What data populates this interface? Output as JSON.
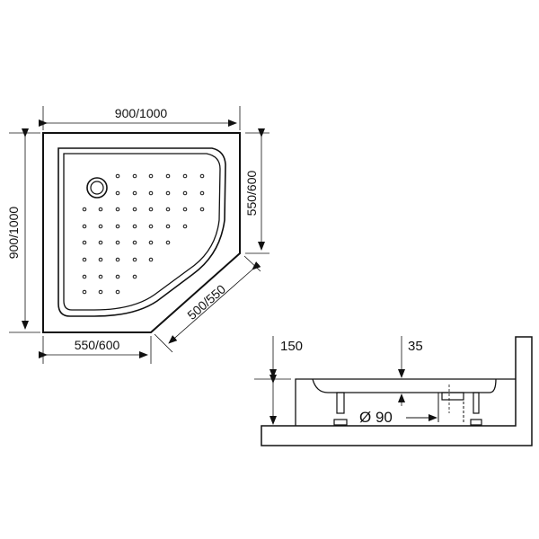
{
  "top_view": {
    "dim_top": "900/1000",
    "dim_left": "900/1000",
    "dim_right": "550/600",
    "dim_bottom": "550/600",
    "dim_diagonal": "500/550"
  },
  "side_view": {
    "dim_height": "150",
    "dim_depth": "35",
    "dim_drain": "Ø 90"
  },
  "colors": {
    "line": "#111111",
    "background": "#ffffff"
  }
}
